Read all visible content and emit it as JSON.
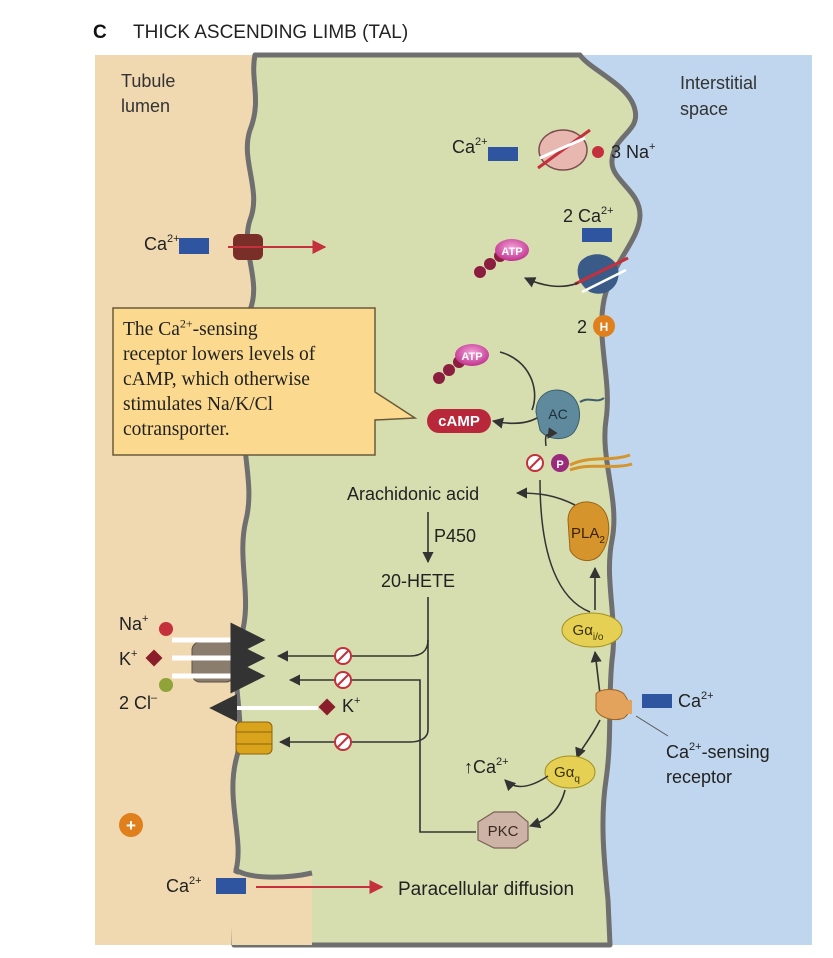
{
  "figure": {
    "panel_letter": "C",
    "title": "THICK ASCENDING LIMB (TAL)"
  },
  "regions": {
    "tubule_lumen": [
      "Tubule",
      "lumen"
    ],
    "interstitial_space": [
      "Interstitial",
      "space"
    ]
  },
  "callout": {
    "line1_pre": "The Ca",
    "line1_sup": "2+",
    "line1_post": "-sensing",
    "line2": "receptor lowers levels of",
    "line3": "cAMP, which otherwise",
    "line4": "stimulates Na/K/Cl",
    "line5": "cotransporter."
  },
  "ions": {
    "ca": "Ca",
    "ca_charge": "2+",
    "two_ca": "2 Ca",
    "three_na": "3 Na",
    "na": "Na",
    "k": "K",
    "plus": "+",
    "two_cl": "2 Cl",
    "minus": "–",
    "two": "2",
    "h": "H",
    "up_ca": "↑Ca"
  },
  "molecules": {
    "atp": "ATP",
    "camp": "cAMP",
    "ac": "AC",
    "p": "P",
    "pla2_main": "PLA",
    "pla2_sub": "2",
    "gai_main": "Gα",
    "gai_sub": "i/o",
    "gaq_main": "Gα",
    "gaq_sub": "q",
    "pkc": "PKC"
  },
  "pathway": {
    "arachidonic_acid": "Arachidonic acid",
    "p450": "P450",
    "hete": "20-HETE"
  },
  "receptor_label": {
    "line1_pre": "Ca",
    "line1_sup": "2+",
    "line1_post": "-sensing",
    "line2": "receptor"
  },
  "paracellular": "Paracellular diffusion",
  "colors": {
    "lumen": "#f0d9b0",
    "cell": "#d6deb0",
    "interstitium": "#bfd6ee",
    "membrane": "#6f6f6f",
    "ca_square": "#2f55a0",
    "arrow_red": "#c4303c",
    "camp": "#b8283a",
    "atp": "#c0328e",
    "p": "#9a2a7c",
    "h": "#e0801c",
    "g_protein": "#e6d054",
    "pla2": "#d6942c",
    "ac": "#5f8a9e",
    "pkc": "#cdb3a6",
    "callout": "#fbd98e"
  }
}
